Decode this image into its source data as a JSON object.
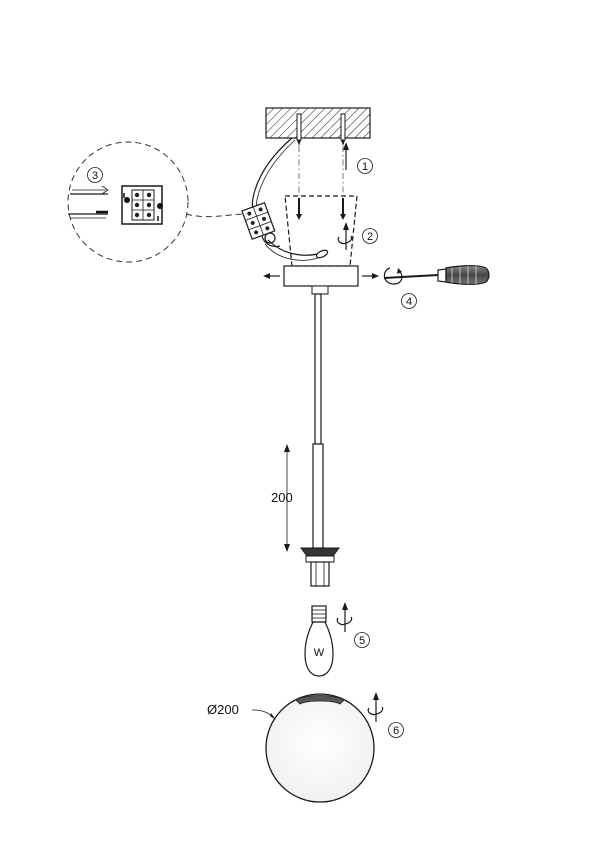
{
  "steps": {
    "s1": "1",
    "s2": "2",
    "s3": "3",
    "s4": "4",
    "s5": "5",
    "s6": "6"
  },
  "dimensions": {
    "rod_length": "200",
    "globe_diameter": "Ø200"
  },
  "bulb_letter": "W"
}
